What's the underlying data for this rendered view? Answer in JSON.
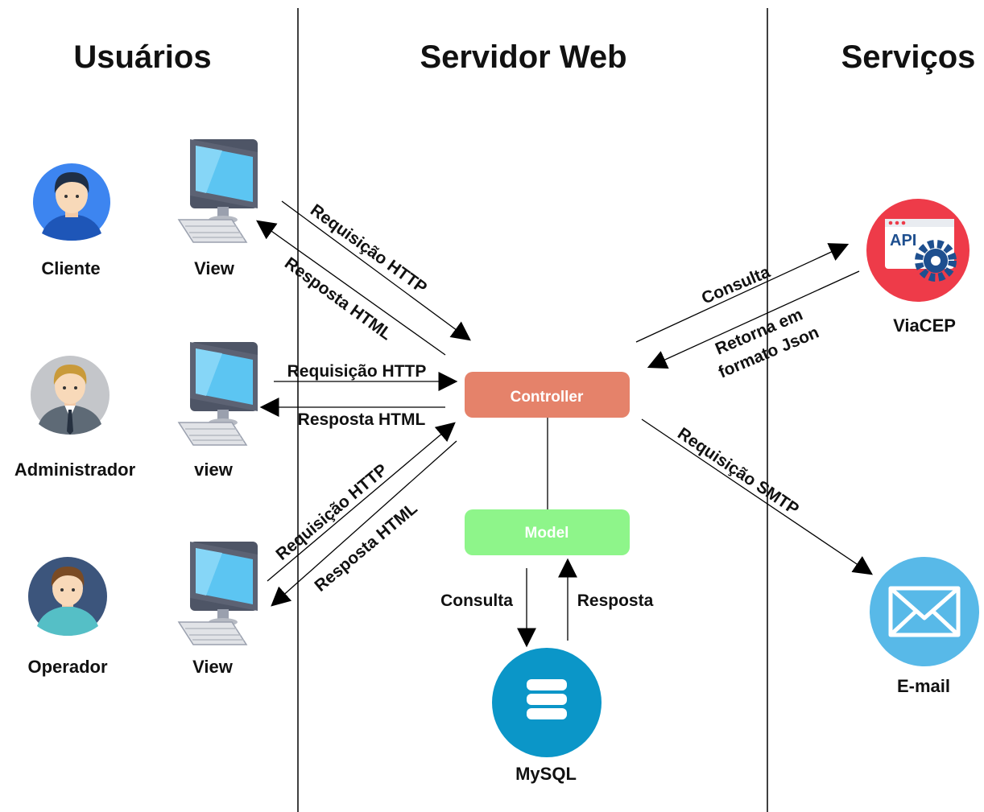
{
  "columns": {
    "users": "Usuários",
    "server": "Servidor Web",
    "services": "Serviços"
  },
  "users": [
    {
      "role": "Cliente",
      "view": "View",
      "avatar_icon": "user-avatar-blue-icon"
    },
    {
      "role": "Administrador",
      "view": "view",
      "avatar_icon": "user-avatar-gray-icon"
    },
    {
      "role": "Operador",
      "view": "View",
      "avatar_icon": "user-avatar-navy-icon"
    }
  ],
  "server": {
    "controller": "Controller",
    "model": "Model",
    "database": "MySQL"
  },
  "services": {
    "api": "ViaCEP",
    "email": "E-mail",
    "api_badge": "API"
  },
  "edges": {
    "http_request": "Requisição HTTP",
    "html_response": "Resposta HTML",
    "query": "Consulta",
    "response": "Resposta",
    "json_return_line1": "Retorna em",
    "json_return_line2": "formato Json",
    "smtp_request": "Requisição SMTP"
  },
  "colors": {
    "controller": "#E5826A",
    "model": "#8EF58A",
    "database": "#0B96C8",
    "api": "#EE3B49",
    "email": "#58B9E8",
    "monitor_screen": "#5CC5F2",
    "monitor_body": "#5A6072"
  }
}
